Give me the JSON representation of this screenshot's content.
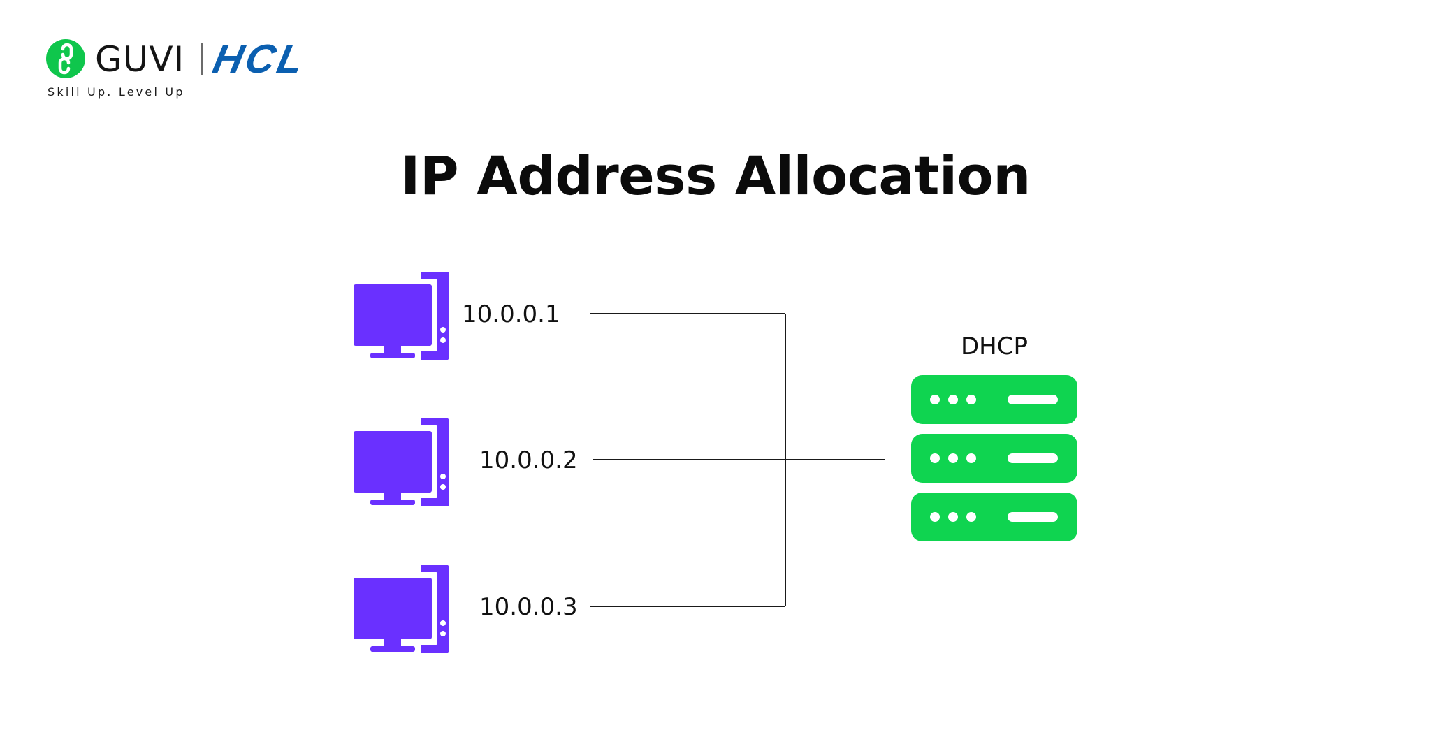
{
  "brand": {
    "guvi_name": "GUVI",
    "hcl_name": "HCL",
    "tagline": "Skill Up. Level Up",
    "guvi_color": "#0fc64c",
    "hcl_color": "#0b5fb0"
  },
  "title": "IP Address Allocation",
  "server": {
    "label": "DHCP",
    "icon": "server-rack-icon",
    "color": "#0fd450"
  },
  "clients": [
    {
      "ip": "10.0.0.1",
      "icon": "desktop-computer-icon"
    },
    {
      "ip": "10.0.0.2",
      "icon": "desktop-computer-icon"
    },
    {
      "ip": "10.0.0.3",
      "icon": "desktop-computer-icon"
    }
  ],
  "colors": {
    "computer": "#6a30ff",
    "server": "#0fd450",
    "connector": "#1a1a1a"
  }
}
